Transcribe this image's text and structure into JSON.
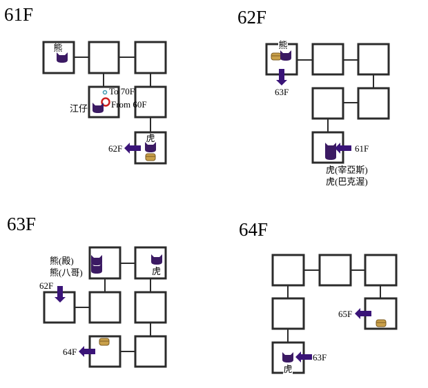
{
  "colors": {
    "monster": "#3b1a63",
    "arrow": "#3a1478",
    "chest": "#c9a04a",
    "start_ring": "#cc1f1f",
    "exit_dot": "#3a9ab0"
  },
  "floors": [
    {
      "title": "61F",
      "labels": {
        "bear": "熊",
        "to": "To 70F",
        "from": "From 60F",
        "jiang": "江仔",
        "tiger": "虎",
        "down": "62F"
      }
    },
    {
      "title": "62F",
      "labels": {
        "bear": "熊",
        "down": "63F",
        "up": "61F",
        "tiger1": "虎(宰亞斯)",
        "tiger2": "虎(巴克渥)"
      }
    },
    {
      "title": "63F",
      "labels": {
        "bear1": "熊(殿)",
        "bear2": "熊(八哥)",
        "tiger": "虎",
        "up": "62F",
        "down": "64F"
      }
    },
    {
      "title": "64F",
      "labels": {
        "down": "65F",
        "up": "63F",
        "tiger": "虎"
      }
    }
  ]
}
